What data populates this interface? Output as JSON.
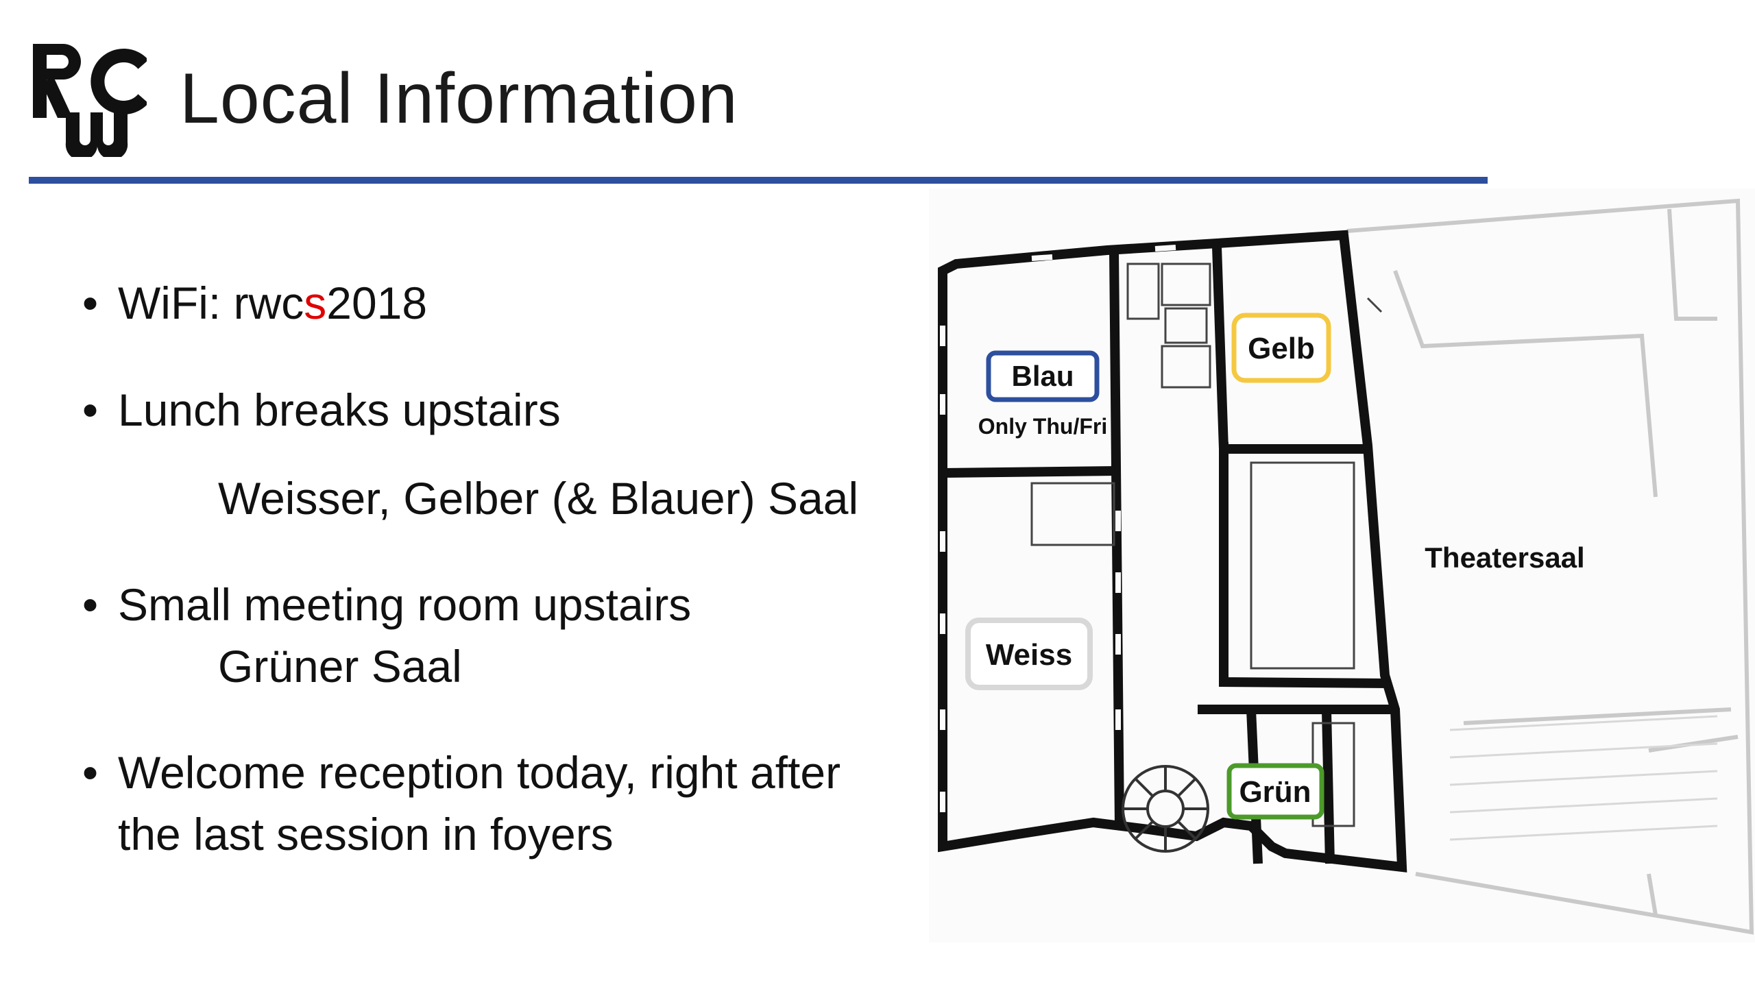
{
  "header": {
    "logo_letters": "RCWS",
    "title": "Local Information",
    "rule_color": "#2d4f9e"
  },
  "bullets": {
    "wifi": {
      "prefix": "WiFi: rwc",
      "highlight": "s",
      "suffix": "2018",
      "highlight_color": "#e00000"
    },
    "lunch": {
      "label": "Lunch breaks upstairs",
      "sub": "Weisser, Gelber (& Blauer) Saal"
    },
    "meeting": {
      "label": "Small meeting room upstairs",
      "sub": "Grüner Saal"
    },
    "reception": {
      "line1": "Welcome reception today, right after",
      "line2": "the last session in foyers"
    }
  },
  "floorplan": {
    "rooms": {
      "blau": {
        "label": "Blau",
        "note": "Only Thu/Fri",
        "color": "#2d4f9e"
      },
      "gelb": {
        "label": "Gelb",
        "color": "#f5c842"
      },
      "weiss": {
        "label": "Weiss",
        "color": "#d8d8d8"
      },
      "gruen": {
        "label": "Grün",
        "color": "#4c9a2a"
      },
      "theatersaal": {
        "label": "Theatersaal"
      }
    }
  }
}
